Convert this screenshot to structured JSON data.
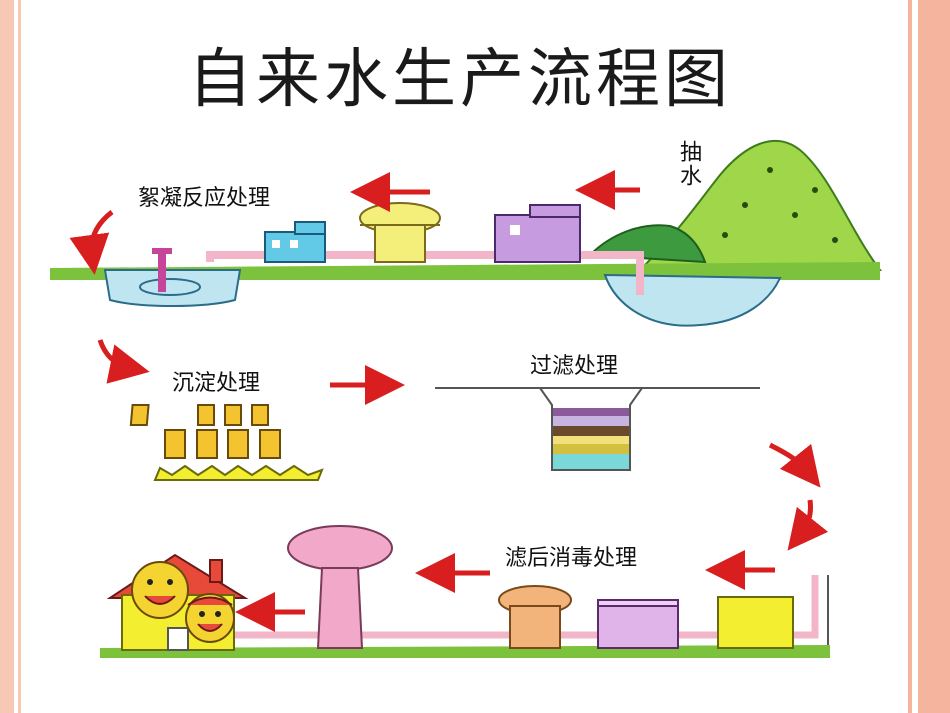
{
  "title": "自来水生产流程图",
  "steps": {
    "pump": "抽水",
    "coagulation": "絮凝反应处理",
    "sedimentation": "沉淀处理",
    "filtration": "过滤处理",
    "disinfection": "滤后消毒处理"
  },
  "colors": {
    "arrow": "#d81e1e",
    "grass": "#7dc23c",
    "water": "#bfe6f0",
    "pipe": "#f2b6c8",
    "tower": "#f2a8c8",
    "tank_yellow": "#f4ee7a",
    "tank_purple": "#c79be0",
    "tank_cyan": "#62c9e6"
  }
}
